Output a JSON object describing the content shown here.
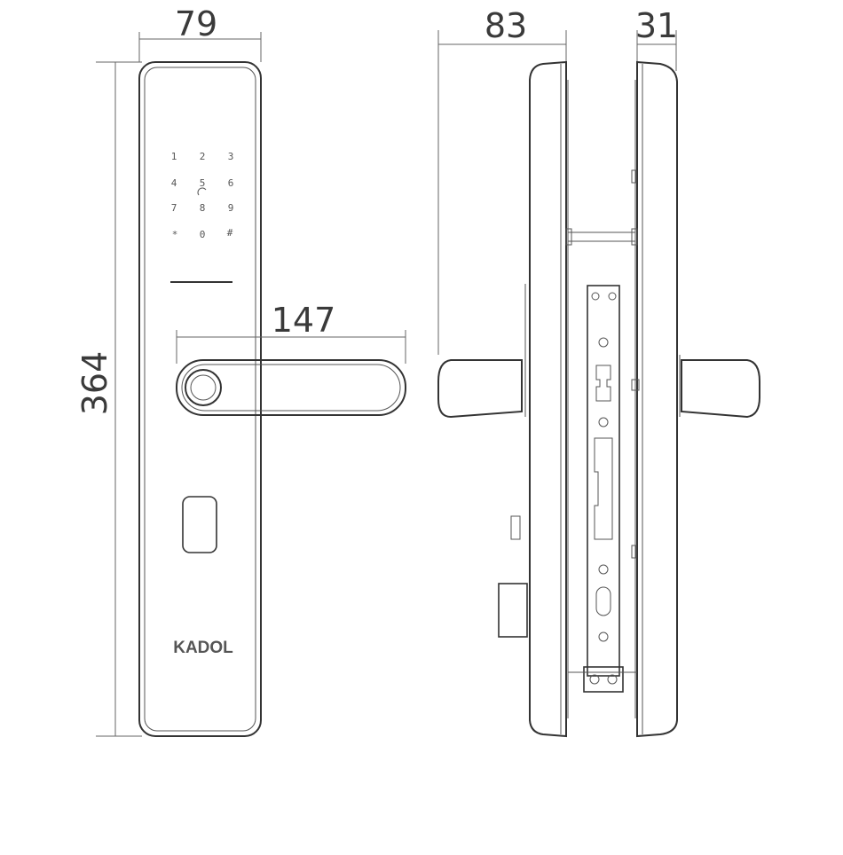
{
  "dimensions": {
    "width": "79",
    "height": "364",
    "handle_length": "147",
    "outer_depth": "83",
    "inner_depth": "31"
  },
  "keypad": {
    "keys": [
      "1",
      "2",
      "3",
      "4",
      "5",
      "6",
      "7",
      "8",
      "9",
      "*",
      "0",
      "#"
    ]
  },
  "brand": "KADOL"
}
